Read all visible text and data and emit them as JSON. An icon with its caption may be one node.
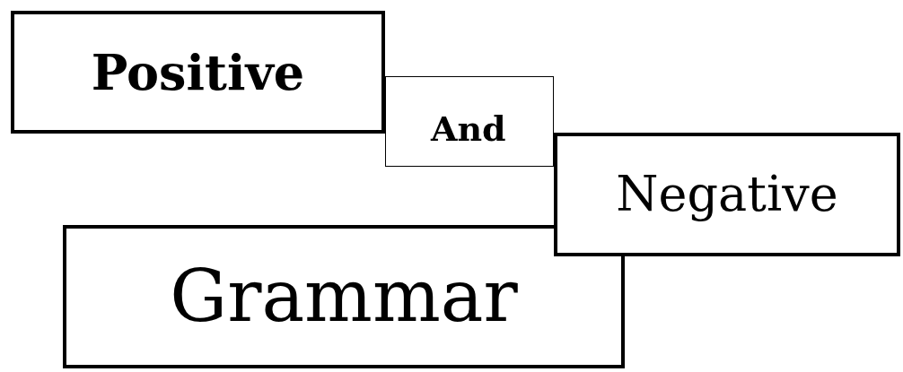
{
  "diagram": {
    "nodes": [
      {
        "text": [
          "Positive"
        ]
      },
      {
        "text": [
          "And"
        ]
      },
      {
        "text": [
          "Negative"
        ]
      },
      {
        "text": [
          "Grammar"
        ]
      }
    ]
  }
}
